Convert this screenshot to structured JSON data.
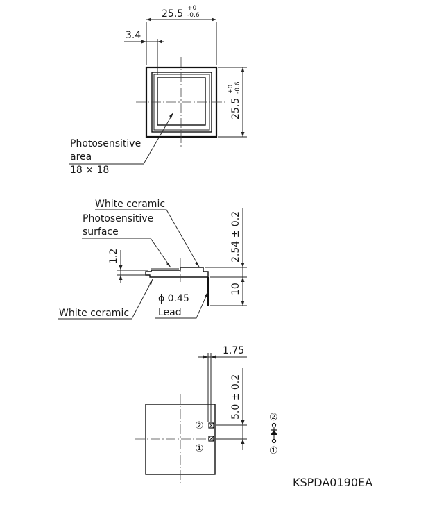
{
  "top_view": {
    "width_value": "25.5",
    "width_tol_upper": "+0",
    "width_tol_lower": "-0.6",
    "height_value": "25.5",
    "height_tol_upper": "+0",
    "height_tol_lower": "-0.6",
    "offset_dim": "3.4",
    "area_label_1": "Photosensitive",
    "area_label_2": "area",
    "area_size": "18 × 18"
  },
  "side_view": {
    "white_ceramic_top": "White ceramic",
    "surface_label_1": "Photosensitive",
    "surface_label_2": "surface",
    "dim_1_2": "1.2",
    "dim_thickness": "2.54 ± 0.2",
    "dim_lead_len": "10",
    "white_ceramic_bottom": "White ceramic",
    "lead_dia": "ϕ 0.45",
    "lead_label": "Lead"
  },
  "bottom_view": {
    "dim_1_75": "1.75",
    "dim_5_0": "5.0 ± 0.2",
    "pin_2": "②",
    "pin_1": "①"
  },
  "schematic": {
    "pin_2": "②",
    "pin_1": "①"
  },
  "drawing_code": "KSPDA0190EA"
}
